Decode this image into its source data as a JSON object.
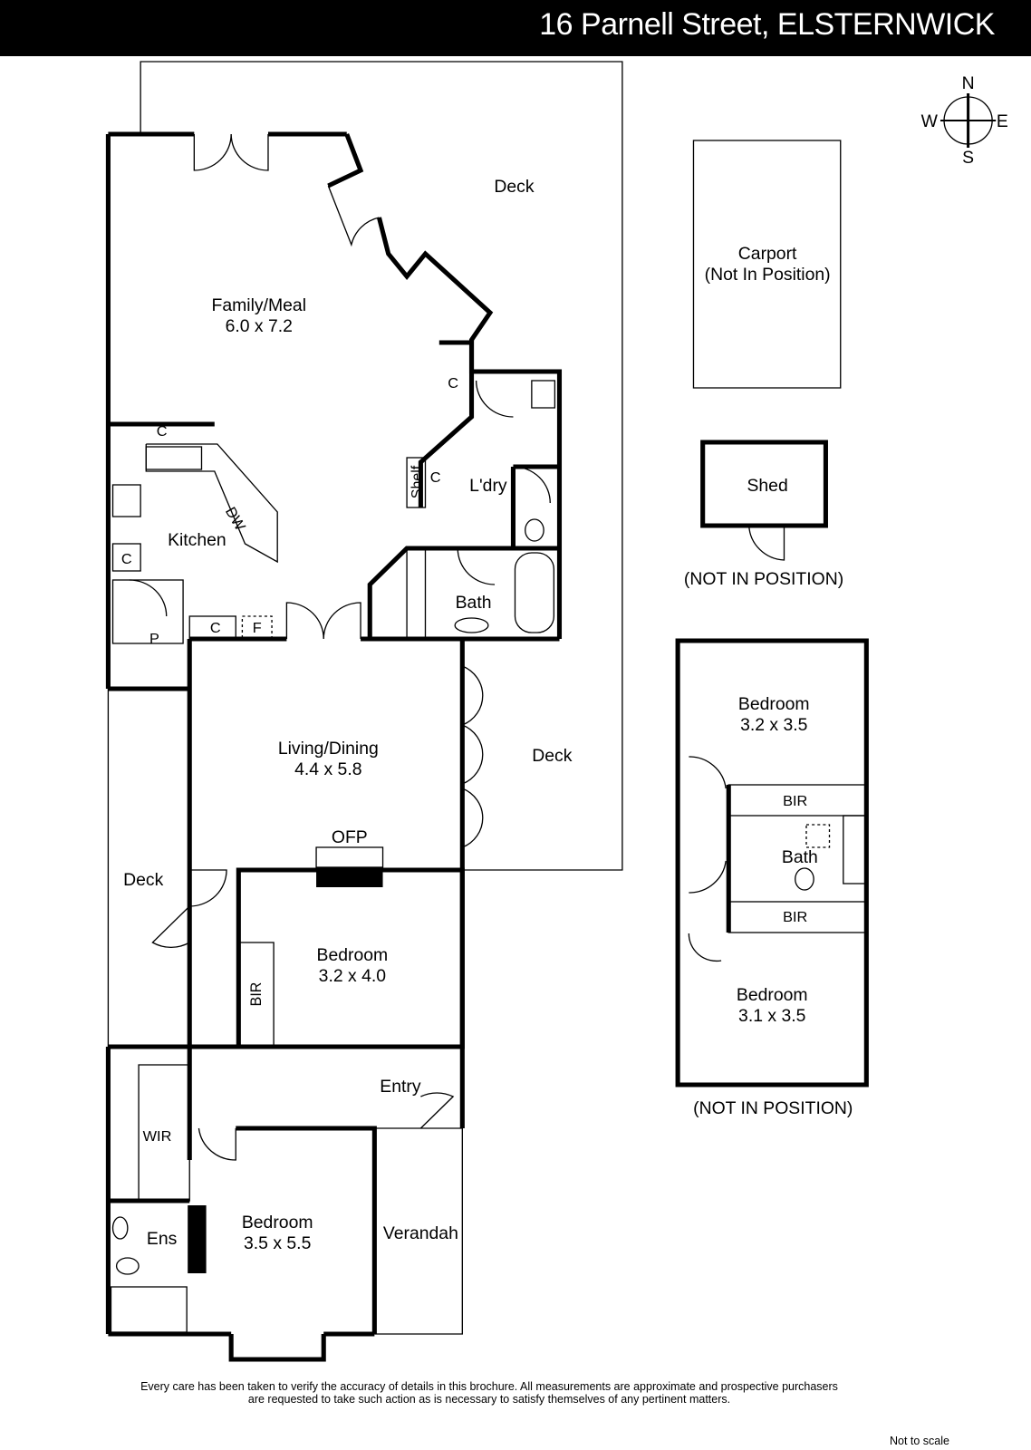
{
  "header": {
    "address": "16 Parnell Street, ELSTERNWICK"
  },
  "compass": {
    "n": "N",
    "s": "S",
    "e": "E",
    "w": "W"
  },
  "rooms": {
    "family": {
      "name": "Family/Meal",
      "dims": "6.0 x 7.2"
    },
    "kitchen": {
      "name": "Kitchen"
    },
    "dw": "DW",
    "laundry": {
      "name": "L'dry"
    },
    "bath": {
      "name": "Bath"
    },
    "living": {
      "name": "Living/Dining",
      "dims": "4.4 x 5.8"
    },
    "ofp": "OFP",
    "bed1": {
      "name": "Bedroom",
      "dims": "3.2 x 4.0"
    },
    "bed2": {
      "name": "Bedroom",
      "dims": "3.5 x 5.5"
    },
    "entry": "Entry",
    "verandah": "Verandah",
    "wir": "WIR",
    "ens": "Ens",
    "bir": "BIR",
    "shelf": "Shelf",
    "c": "C",
    "p": "P",
    "f": "F",
    "deck_top": "Deck",
    "deck_right": "Deck",
    "deck_left": "Deck"
  },
  "outbuildings": {
    "carport": {
      "line1": "Carport",
      "line2": "(Not In Position)"
    },
    "shed": "Shed",
    "shed_note": "(NOT IN POSITION)"
  },
  "upper": {
    "bed_a": {
      "name": "Bedroom",
      "dims": "3.2 x 3.5"
    },
    "bir_a": "BIR",
    "bath": "Bath",
    "bir_b": "BIR",
    "bed_b": {
      "name": "Bedroom",
      "dims": "3.1 x 3.5"
    },
    "note": "(NOT IN POSITION)"
  },
  "footer": {
    "disclaimer_line1": "Every care has been taken to verify the accuracy of details in this brochure.  All measurements are approximate and prospective purchasers",
    "disclaimer_line2": "are requested to take such action as is necessary to satisfy themselves of any pertinent matters.",
    "not_to_scale": "Not to scale"
  }
}
